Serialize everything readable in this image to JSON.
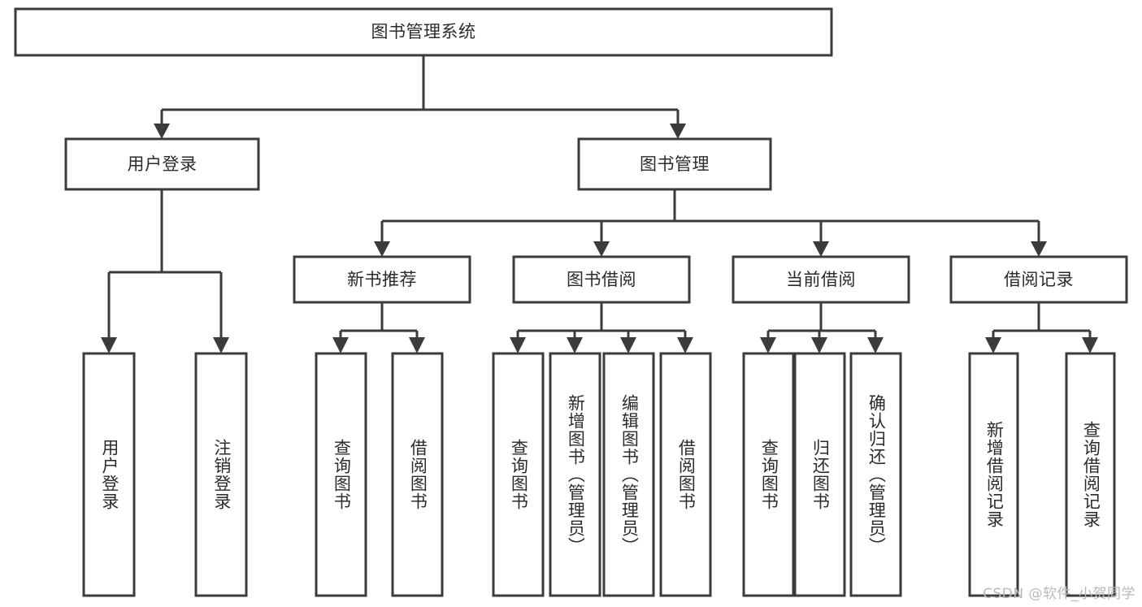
{
  "diagram": {
    "title": "图书管理系统",
    "type": "tree",
    "colors": {
      "stroke": "#3b3b3b",
      "box_fill": "#ffffff",
      "text": "#2b2b2b",
      "background": "#ffffff",
      "watermark": "#b9b9b9"
    },
    "root": {
      "label": "图书管理系统"
    },
    "level2": [
      {
        "label": "用户登录"
      },
      {
        "label": "图书管理"
      }
    ],
    "level3": [
      {
        "label": "新书推荐"
      },
      {
        "label": "图书借阅"
      },
      {
        "label": "当前借阅"
      },
      {
        "label": "借阅记录"
      }
    ],
    "leaves": [
      {
        "label": "用户登录",
        "parent": "用户登录"
      },
      {
        "label": "注销登录",
        "parent": "用户登录"
      },
      {
        "label": "查询图书",
        "parent": "新书推荐"
      },
      {
        "label": "借阅图书",
        "parent": "新书推荐"
      },
      {
        "label": "查询图书",
        "parent": "图书借阅"
      },
      {
        "label": "新增图书（管理员）",
        "parent": "图书借阅"
      },
      {
        "label": "编辑图书（管理员）",
        "parent": "图书借阅"
      },
      {
        "label": "借阅图书",
        "parent": "图书借阅"
      },
      {
        "label": "查询图书",
        "parent": "当前借阅"
      },
      {
        "label": "归还图书",
        "parent": "当前借阅"
      },
      {
        "label": "确认归还（管理员）",
        "parent": "当前借阅"
      },
      {
        "label": "新增借阅记录",
        "parent": "借阅记录"
      },
      {
        "label": "查询借阅记录",
        "parent": "借阅记录"
      }
    ],
    "watermark": "CSDN @软件_小贺同学"
  }
}
